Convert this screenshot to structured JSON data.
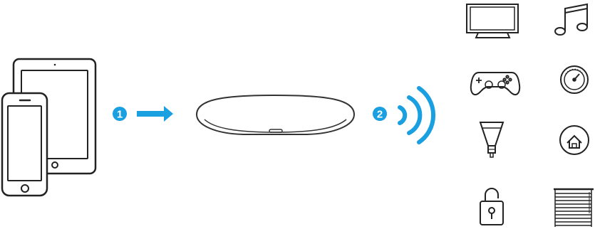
{
  "colors": {
    "accent": "#1a9fe0",
    "outline": "#222222",
    "hub_outline": "#333333",
    "background": "#ffffff"
  },
  "steps": [
    {
      "label": "1"
    },
    {
      "label": "2"
    }
  ],
  "devices_left": [
    "tablet-icon",
    "phone-icon"
  ],
  "hub": "hub-device",
  "transmission": "wireless-waves-icon",
  "targets": [
    "tv-icon",
    "music-icon",
    "gamepad-icon",
    "thermostat-icon",
    "light-bulb-icon",
    "home-icon",
    "padlock-icon",
    "window-blinds-icon"
  ]
}
